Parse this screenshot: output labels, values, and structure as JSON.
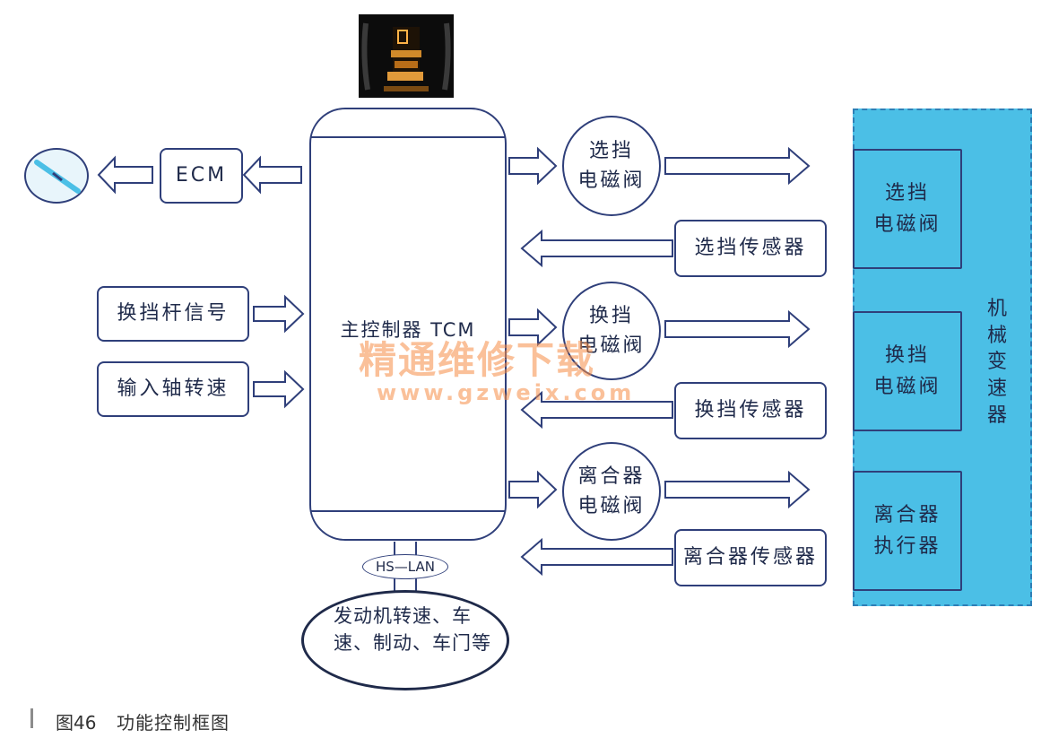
{
  "tcm": {
    "label": "主控制器 TCM"
  },
  "ecm": {
    "label": "ECM"
  },
  "inputs": [
    {
      "label": "换挡杆信号"
    },
    {
      "label": "输入轴转速"
    }
  ],
  "solenoids": [
    {
      "label": "选挡\n电磁阀"
    },
    {
      "label": "换挡\n电磁阀"
    },
    {
      "label": "离合器\n电磁阀"
    }
  ],
  "sensors": [
    {
      "label": "选挡传感器"
    },
    {
      "label": "换挡传感器"
    },
    {
      "label": "离合器传感器"
    }
  ],
  "transmission": {
    "label": "机\n械\n变\n速\n器",
    "components": [
      {
        "label": "选挡\n电磁阀"
      },
      {
        "label": "换挡\n电磁阀"
      },
      {
        "label": "离合器\n执行器"
      }
    ]
  },
  "bus": {
    "label": "HS—LAN"
  },
  "engine": {
    "label": "发动机转速、车速、制动、车门等"
  },
  "caption": {
    "number": "图46",
    "title": "功能控制框图"
  },
  "watermark": {
    "text": "精通维修下载",
    "url": "www.gzweix.com"
  },
  "colors": {
    "line": "#2f3f7a",
    "transmission_fill": "#4bbfe6",
    "watermark": "#f68c46"
  }
}
